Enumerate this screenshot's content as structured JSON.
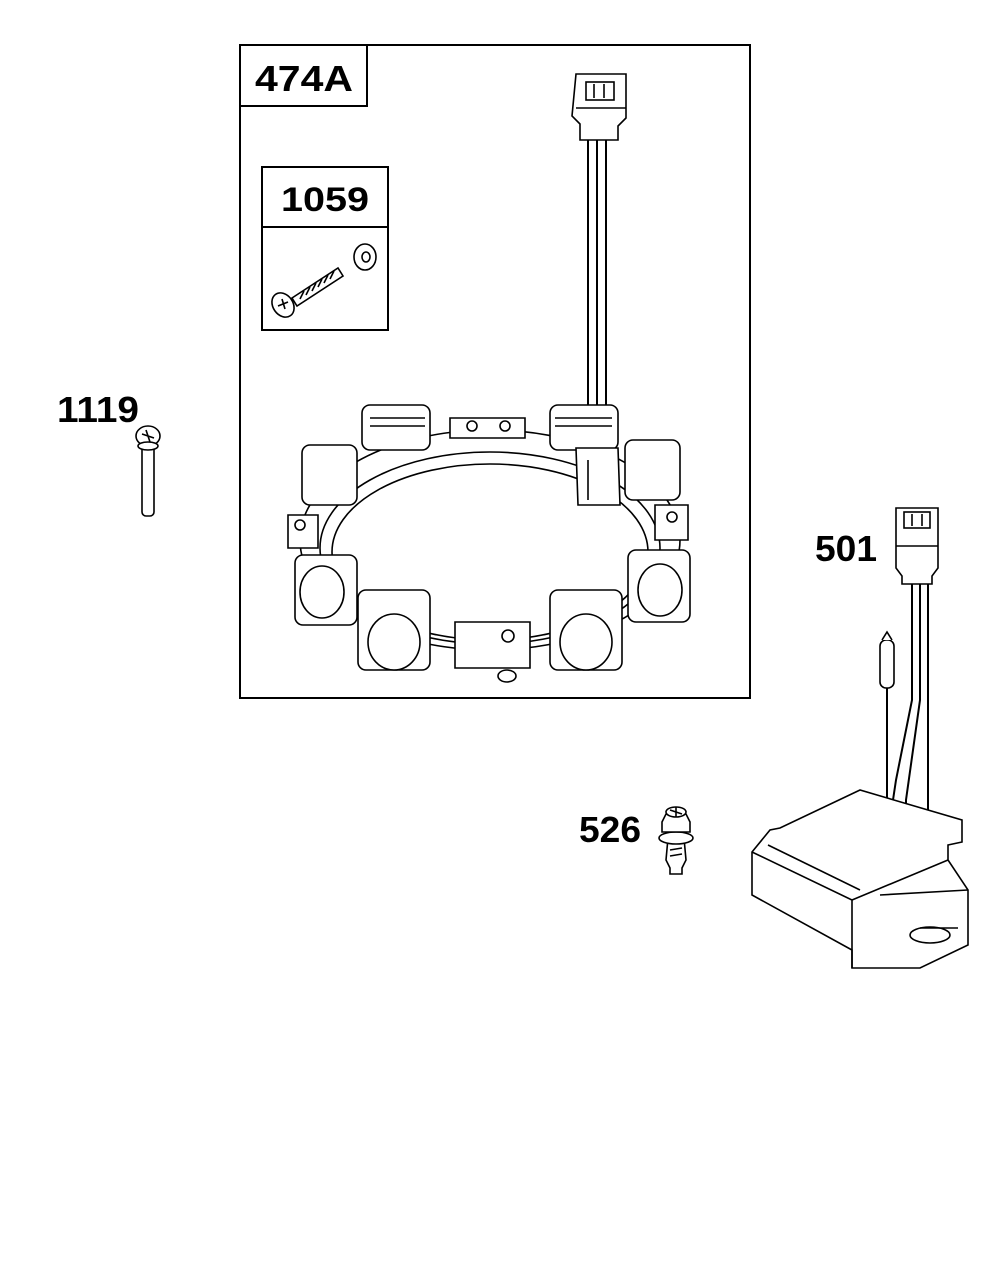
{
  "parts": {
    "kit": {
      "number": "474A"
    },
    "screw_kit": {
      "number": "1059"
    },
    "screw_side": {
      "number": "1119"
    },
    "regulator": {
      "number": "501"
    },
    "bolt": {
      "number": "526"
    }
  },
  "colors": {
    "line": "#000000",
    "background": "#ffffff"
  }
}
